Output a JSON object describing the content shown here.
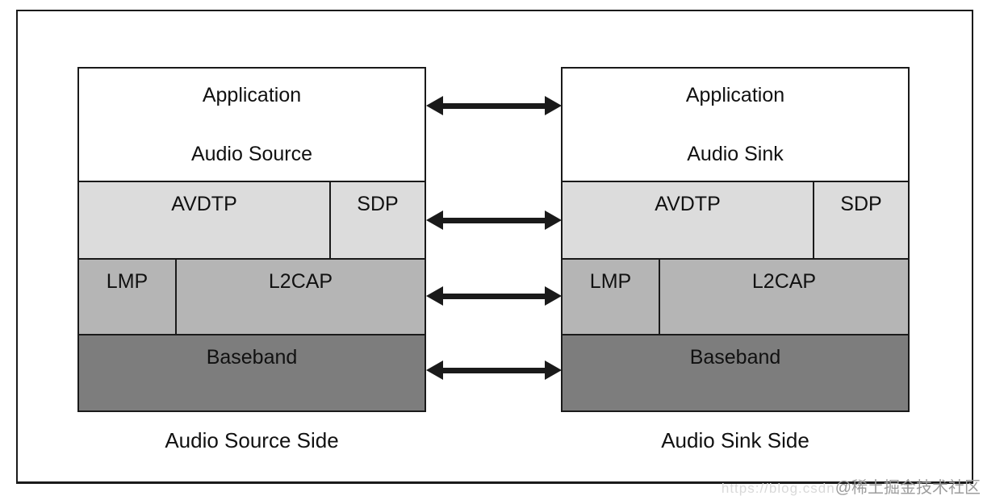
{
  "diagram": {
    "left_stack": {
      "application_line1": "Application",
      "application_line2": "Audio Source",
      "avdtp": "AVDTP",
      "sdp": "SDP",
      "lmp": "LMP",
      "l2cap": "L2CAP",
      "baseband": "Baseband",
      "caption": "Audio Source Side"
    },
    "right_stack": {
      "application_line1": "Application",
      "application_line2": "Audio Sink",
      "avdtp": "AVDTP",
      "sdp": "SDP",
      "lmp": "LMP",
      "l2cap": "L2CAP",
      "baseband": "Baseband",
      "caption": "Audio Sink Side"
    },
    "arrows": [
      "application-link",
      "avdtp-link",
      "l2cap-link",
      "baseband-link"
    ]
  },
  "watermark": {
    "url_text": "https://blog.csdn",
    "community_text": "@稀土掘金技术社区"
  },
  "colors": {
    "bg": "#ffffff",
    "border": "#1a1a1a",
    "row_white": "#ffffff",
    "row_light": "#dcdcdc",
    "row_mid": "#b5b5b5",
    "row_dark": "#7d7d7d",
    "text": "#111111",
    "wm_url": "#d9d9d9",
    "wm_community": "#9c9c9c"
  }
}
